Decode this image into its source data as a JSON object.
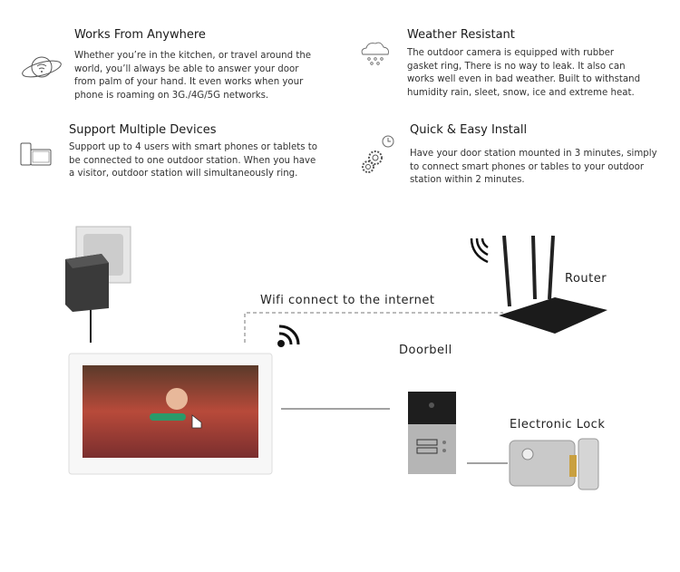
{
  "features": [
    {
      "title": "Works From Anywhere",
      "lines": [
        "Whether you’re in the kitchen, or travel around the",
        "world, you’ll always be able to answer your door",
        "from palm of your hand. It even works when your",
        "phone is roaming on 3G./4G/5G networks."
      ],
      "icon": "globe-wifi-icon"
    },
    {
      "title": "Support Multiple Devices",
      "lines": [
        "Support up to 4 users with smart phones or tablets to",
        "be connected to one outdoor station. When you have",
        "a visitor, outdoor station will simultaneously ring."
      ],
      "icon": "devices-icon"
    },
    {
      "title": "Weather Resistant",
      "lines": [
        "The outdoor camera is equipped with rubber",
        "gasket ring, There is no way to leak. It also can",
        "works well even in bad weather. Built to withstand",
        "humidity rain, sleet, snow, ice and extreme heat."
      ],
      "icon": "rain-cloud-icon"
    },
    {
      "title": "Quick & Easy Install",
      "lines": [
        "Have your door station mounted in 3 minutes, simply",
        "to connect smart phones or tables to your outdoor",
        "station within 2 minutes."
      ],
      "icon": "gears-clock-icon"
    }
  ],
  "diagram": {
    "router_label": "Router",
    "wifi_label": "Wifi connect to the internet",
    "doorbell_label": "Doorbell",
    "lock_label": "Electronic Lock"
  }
}
